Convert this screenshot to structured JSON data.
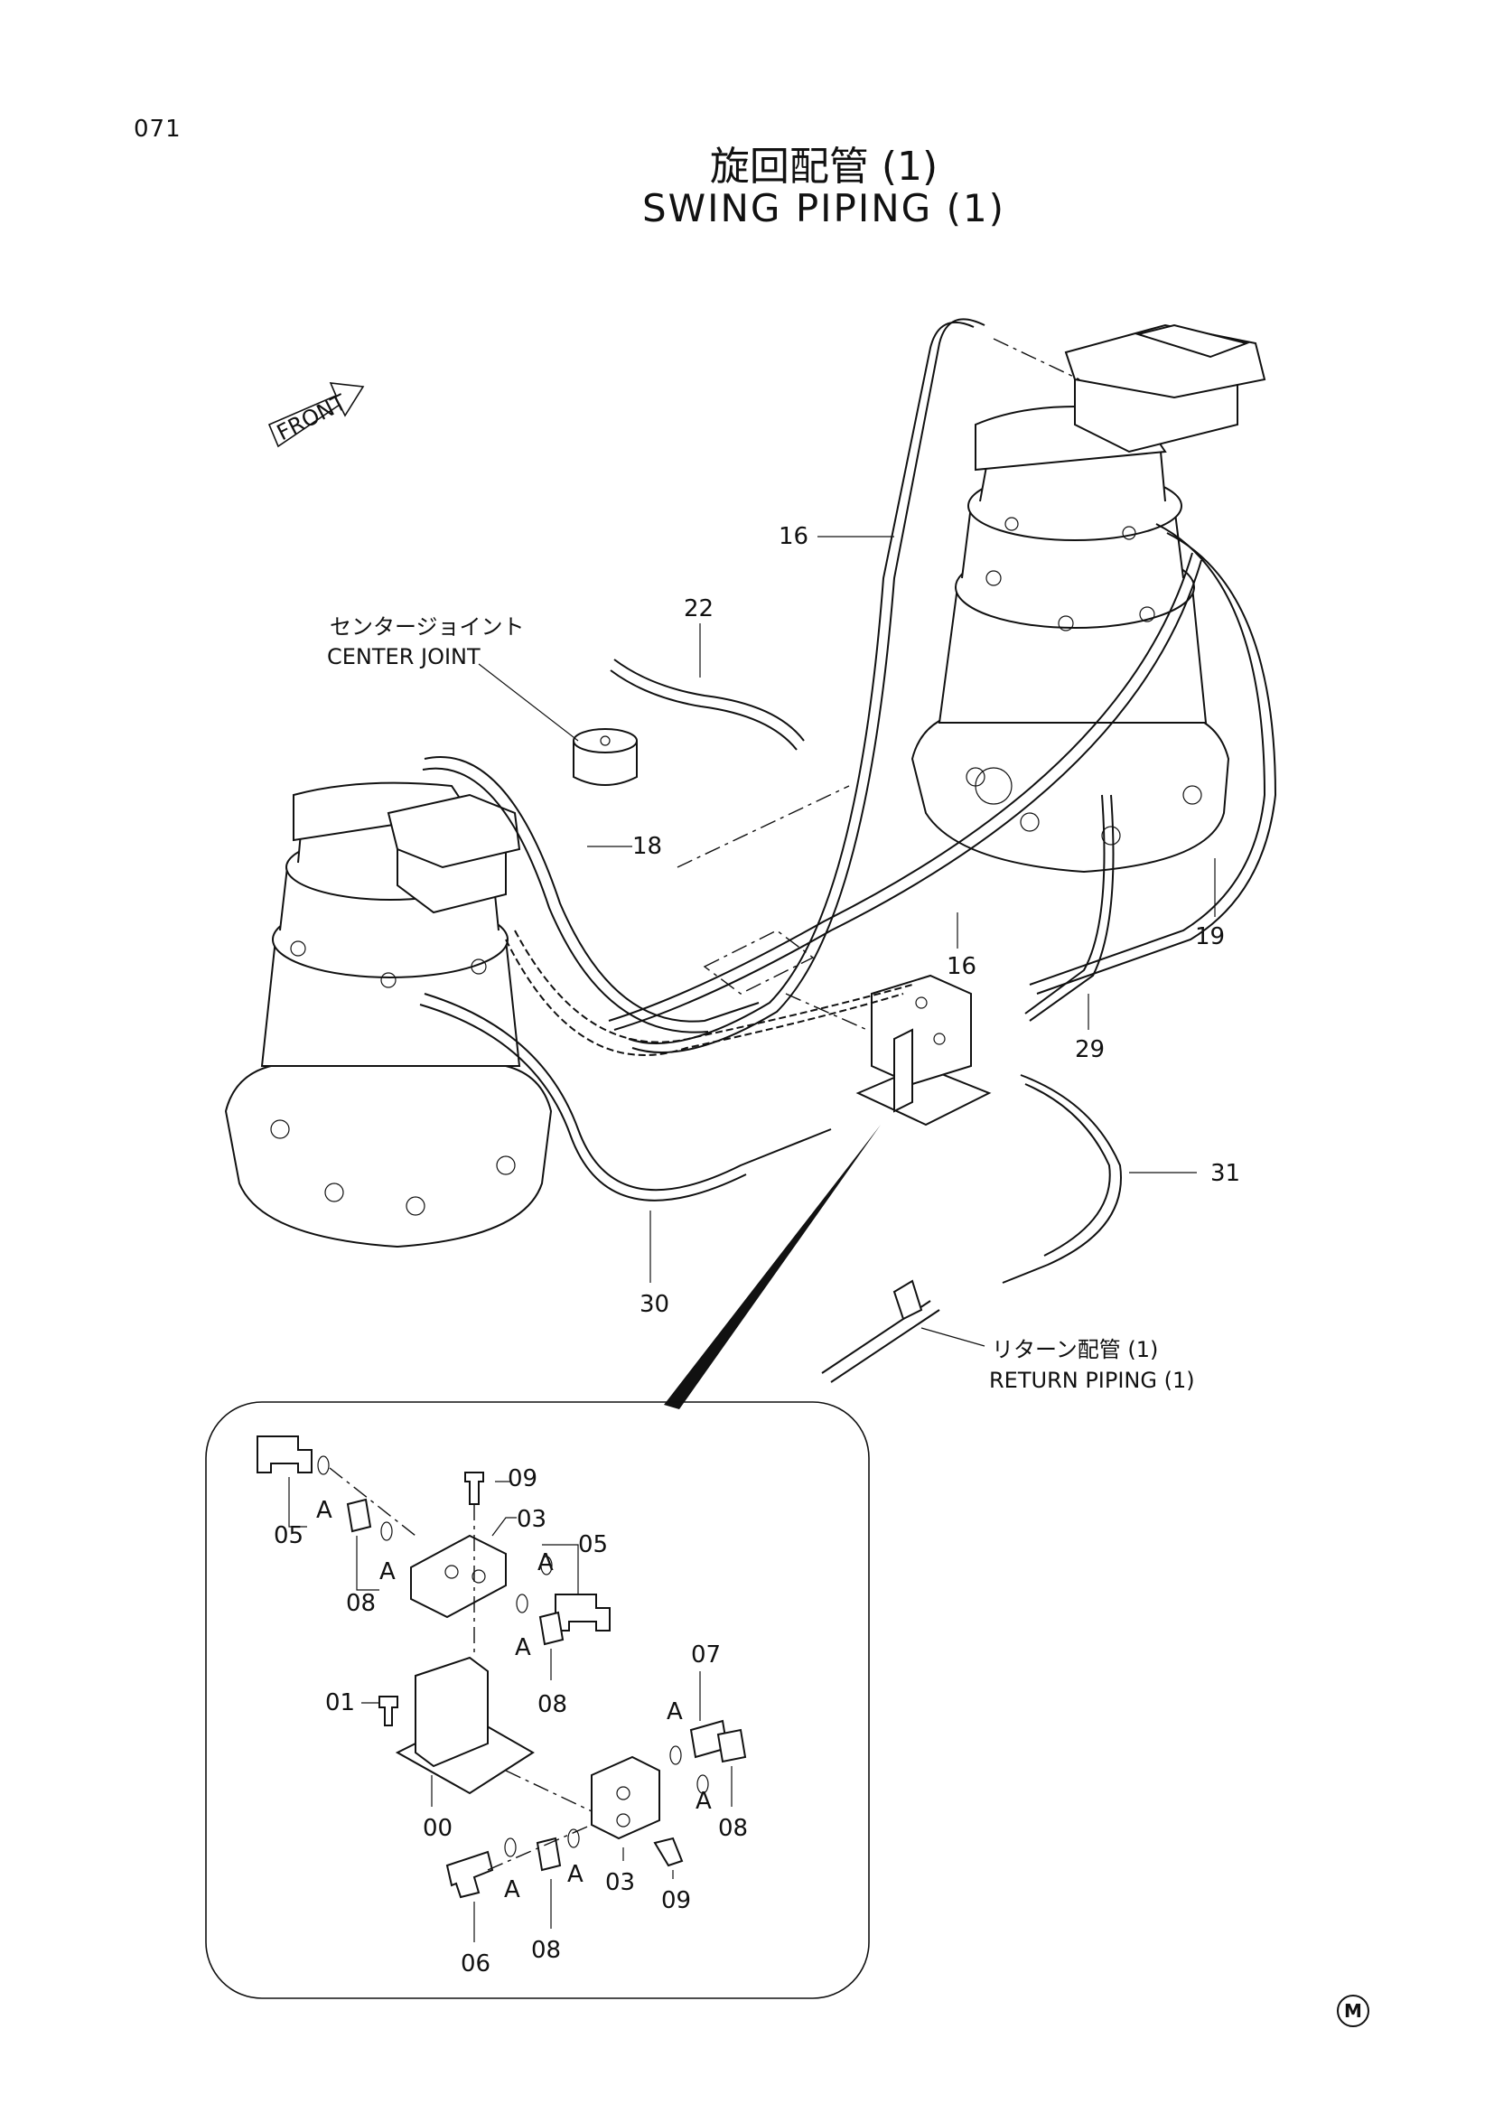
{
  "page_number": "071",
  "title_jp": "旋回配管 (1)",
  "title_en": "SWING PIPING (1)",
  "front_label": "FRONT",
  "center_joint": {
    "jp": "センタージョイント",
    "en": "CENTER JOINT"
  },
  "return_piping": {
    "jp": "リターン配管 (1)",
    "en": "RETURN PIPING (1)"
  },
  "callouts": {
    "c16a": "16",
    "c22": "22",
    "c18": "18",
    "c16b": "16",
    "c19": "19",
    "c29": "29",
    "c31": "31",
    "c30": "30"
  },
  "detail_callouts": {
    "d09a": "09",
    "d03a": "03",
    "d05a": "05",
    "d05b": "05",
    "d08a": "08",
    "d08b": "08",
    "d01": "01",
    "d00": "00",
    "d07": "07",
    "d08c": "08",
    "d06": "06",
    "d08d": "08",
    "d03b": "03",
    "d09b": "09"
  },
  "a_marks": [
    "A",
    "A",
    "A",
    "A",
    "A",
    "A",
    "A",
    "A"
  ],
  "corner_mark": "M"
}
